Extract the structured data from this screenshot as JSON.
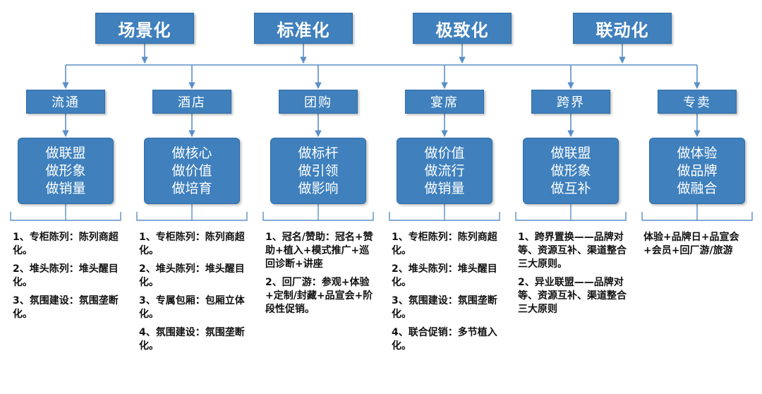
{
  "top_nodes": [
    "场景化",
    "标准化",
    "极致化",
    "联动化"
  ],
  "channels": [
    {
      "name": "流通",
      "strategy": [
        "做联盟",
        "做形象",
        "做销量"
      ],
      "details": [
        "1、专柜陈列：陈列商超化。",
        "2、堆头陈列：堆头醒目化。",
        "3、氛围建设：氛围垄断化。"
      ]
    },
    {
      "name": "酒店",
      "strategy": [
        "做核心",
        "做价值",
        "做培育"
      ],
      "details": [
        "1、专柜陈列：陈列商超化。",
        "2、堆头陈列：堆头醒目化。",
        "3、专属包厢：包厢立体化。",
        "4、氛围建设：氛围垄断化。"
      ]
    },
    {
      "name": "团购",
      "strategy": [
        "做标杆",
        "做引领",
        "做影响"
      ],
      "details": [
        "1、冠名/赞助：冠名+赞助+植入+模式推广+巡回诊断+讲座",
        "2、回厂游：参观+体验+定制/封藏+品宣会+阶段性促销。"
      ]
    },
    {
      "name": "宴席",
      "strategy": [
        "做价值",
        "做流行",
        "做销量"
      ],
      "details": [
        "1、专柜陈列：陈列商超化。",
        "2、堆头陈列：堆头醒目化。",
        "3、氛围建设：氛围垄断化。",
        "4、联合促销：多节植入化。"
      ]
    },
    {
      "name": "跨界",
      "strategy": [
        "做联盟",
        "做形象",
        "做互补"
      ],
      "details": [
        "1、跨界置换——品牌对等、资源互补、渠道整合三大原则。",
        "2、异业联盟——品牌对等、资源互补、渠道整合三大原则"
      ]
    },
    {
      "name": "专卖",
      "strategy": [
        "做体验",
        "做品牌",
        "做融合"
      ],
      "details": [
        "体验+品牌日+品宣会+会员+回厂游/旅游"
      ]
    }
  ]
}
